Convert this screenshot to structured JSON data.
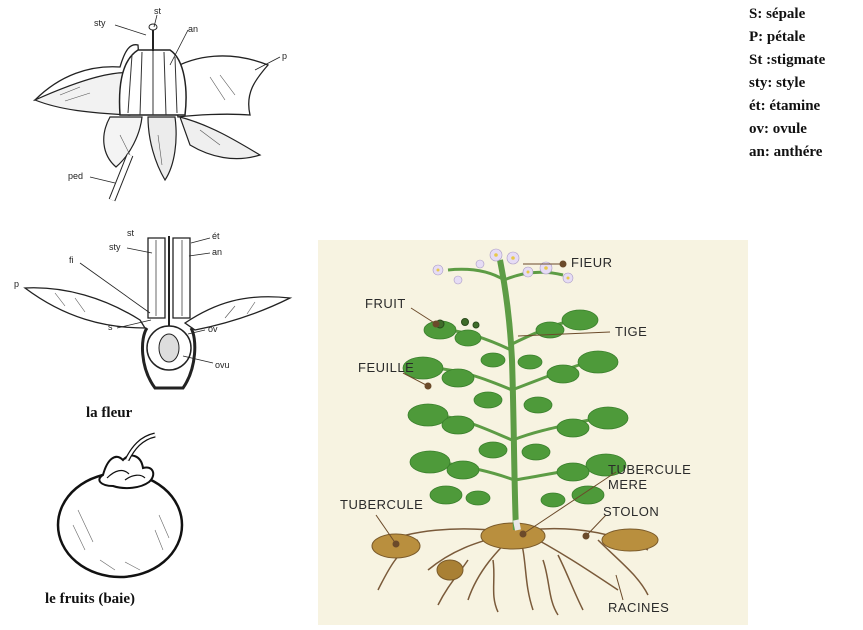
{
  "legend": [
    "S: sépale",
    "P: pétale",
    "St :stigmate",
    "sty: style",
    "ét: étamine",
    "ov: ovule",
    "an: anthére"
  ],
  "flower_external": {
    "labels": {
      "sty": "sty",
      "st": "st",
      "an": "an",
      "p": "p",
      "ped": "ped"
    }
  },
  "flower_section": {
    "labels": {
      "st": "st",
      "et": "ét",
      "sty": "sty",
      "an": "an",
      "fi": "fi",
      "p": "p",
      "s": "s",
      "ov": "ov",
      "ovu": "ovu"
    }
  },
  "captions": {
    "flower": "la fleur",
    "fruit": "le fruits (baie)"
  },
  "plant": {
    "labels": {
      "fleur": "FIEUR",
      "fruit": "FRUIT",
      "tige": "TIGE",
      "feuille": "FEUILLE",
      "tubercule_mere_1": "TUBERCULE",
      "tubercule_mere_2": "MERE",
      "tubercule": "TUBERCULE",
      "stolon": "STOLON",
      "racines": "RACINES"
    },
    "colors": {
      "background": "#f7f3e1",
      "leaf": "#4e9a3a",
      "leaf_dark": "#3a7f2c",
      "stem": "#5d9c45",
      "tuber": "#b98f3e",
      "root": "#7a5a3a",
      "flower": "#e6dcf5",
      "flower_center": "#e8c84a"
    }
  }
}
